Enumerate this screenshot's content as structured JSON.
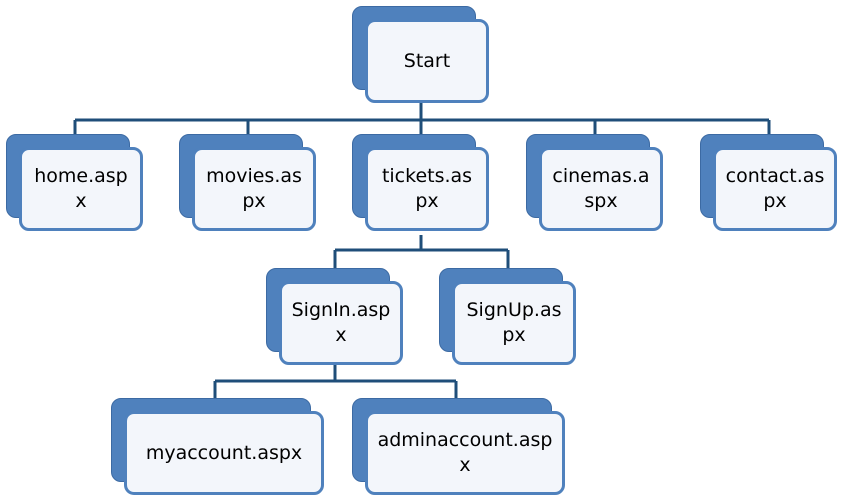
{
  "colors": {
    "accent": "#4f81bd",
    "box_fill": "#f3f6fb",
    "connector": "#1f4e79",
    "text": "#000000"
  },
  "nodes": {
    "start": "Start",
    "home": "home.aspx",
    "movies": "movies.aspx",
    "tickets": "tickets.aspx",
    "cinemas": "cinemas.aspx",
    "contact": "contact.aspx",
    "signin": "SignIn.aspx",
    "signup": "SignUp.aspx",
    "myaccount": "myaccount.aspx",
    "adminaccount": "adminaccount.aspx"
  }
}
